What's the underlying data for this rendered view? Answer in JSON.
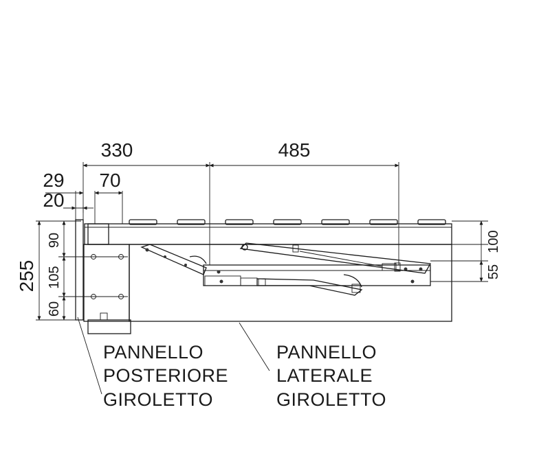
{
  "dimensions": {
    "d330": "330",
    "d485": "485",
    "d29": "29",
    "d70": "70",
    "d20": "20",
    "d255": "255",
    "d90": "90",
    "d105": "105",
    "d60": "60",
    "d100": "100",
    "d55": "55"
  },
  "labels": {
    "back_panel": [
      "PANNELLO",
      "POSTERIORE",
      "GIROLETTO"
    ],
    "side_panel": [
      "PANNELLO",
      "LATERALE",
      "GIROLETTO"
    ]
  }
}
